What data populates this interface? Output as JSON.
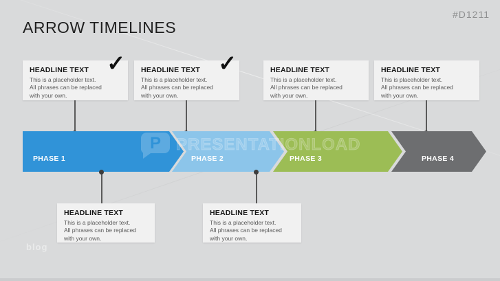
{
  "slide": {
    "title": "ARROW TIMELINES",
    "slide_id": "#D1211",
    "background_color": "#d9dadb"
  },
  "icons": {
    "check": "✓"
  },
  "phases": [
    {
      "label": "PHASE 1",
      "color": "#3093d8"
    },
    {
      "label": "PHASE 2",
      "color": "#8cc5ea"
    },
    {
      "label": "PHASE 3",
      "color": "#9cbd55"
    },
    {
      "label": "PHASE 4",
      "color": "#6d6e70"
    }
  ],
  "callouts_top": [
    {
      "headline": "HEADLINE TEXT",
      "checked": true,
      "body": [
        "This is a placeholder text.",
        "All phrases can be replaced",
        "with your own."
      ]
    },
    {
      "headline": "HEADLINE TEXT",
      "checked": true,
      "body": [
        "This is a placeholder text.",
        "All phrases can be replaced",
        "with your own."
      ]
    },
    {
      "headline": "HEADLINE TEXT",
      "checked": false,
      "body": [
        "This is a placeholder text.",
        "All phrases can be replaced",
        "with your own."
      ]
    },
    {
      "headline": "HEADLINE TEXT",
      "checked": false,
      "body": [
        "This is placeholder text.",
        "All phrases can be replaced",
        "with your own."
      ]
    }
  ],
  "callouts_bottom": [
    {
      "headline": "HEADLINE TEXT",
      "body": [
        "This is a placeholder text.",
        "All phrases can be replaced",
        "with your own."
      ]
    },
    {
      "headline": "HEADLINE TEXT",
      "body": [
        "This is a placeholder text.",
        "All phrases can be replaced",
        "with your own."
      ]
    }
  ],
  "watermark": {
    "brand": "PRESENTATIONLOAD",
    "logo_letter": "P",
    "corner_text": "blog"
  }
}
